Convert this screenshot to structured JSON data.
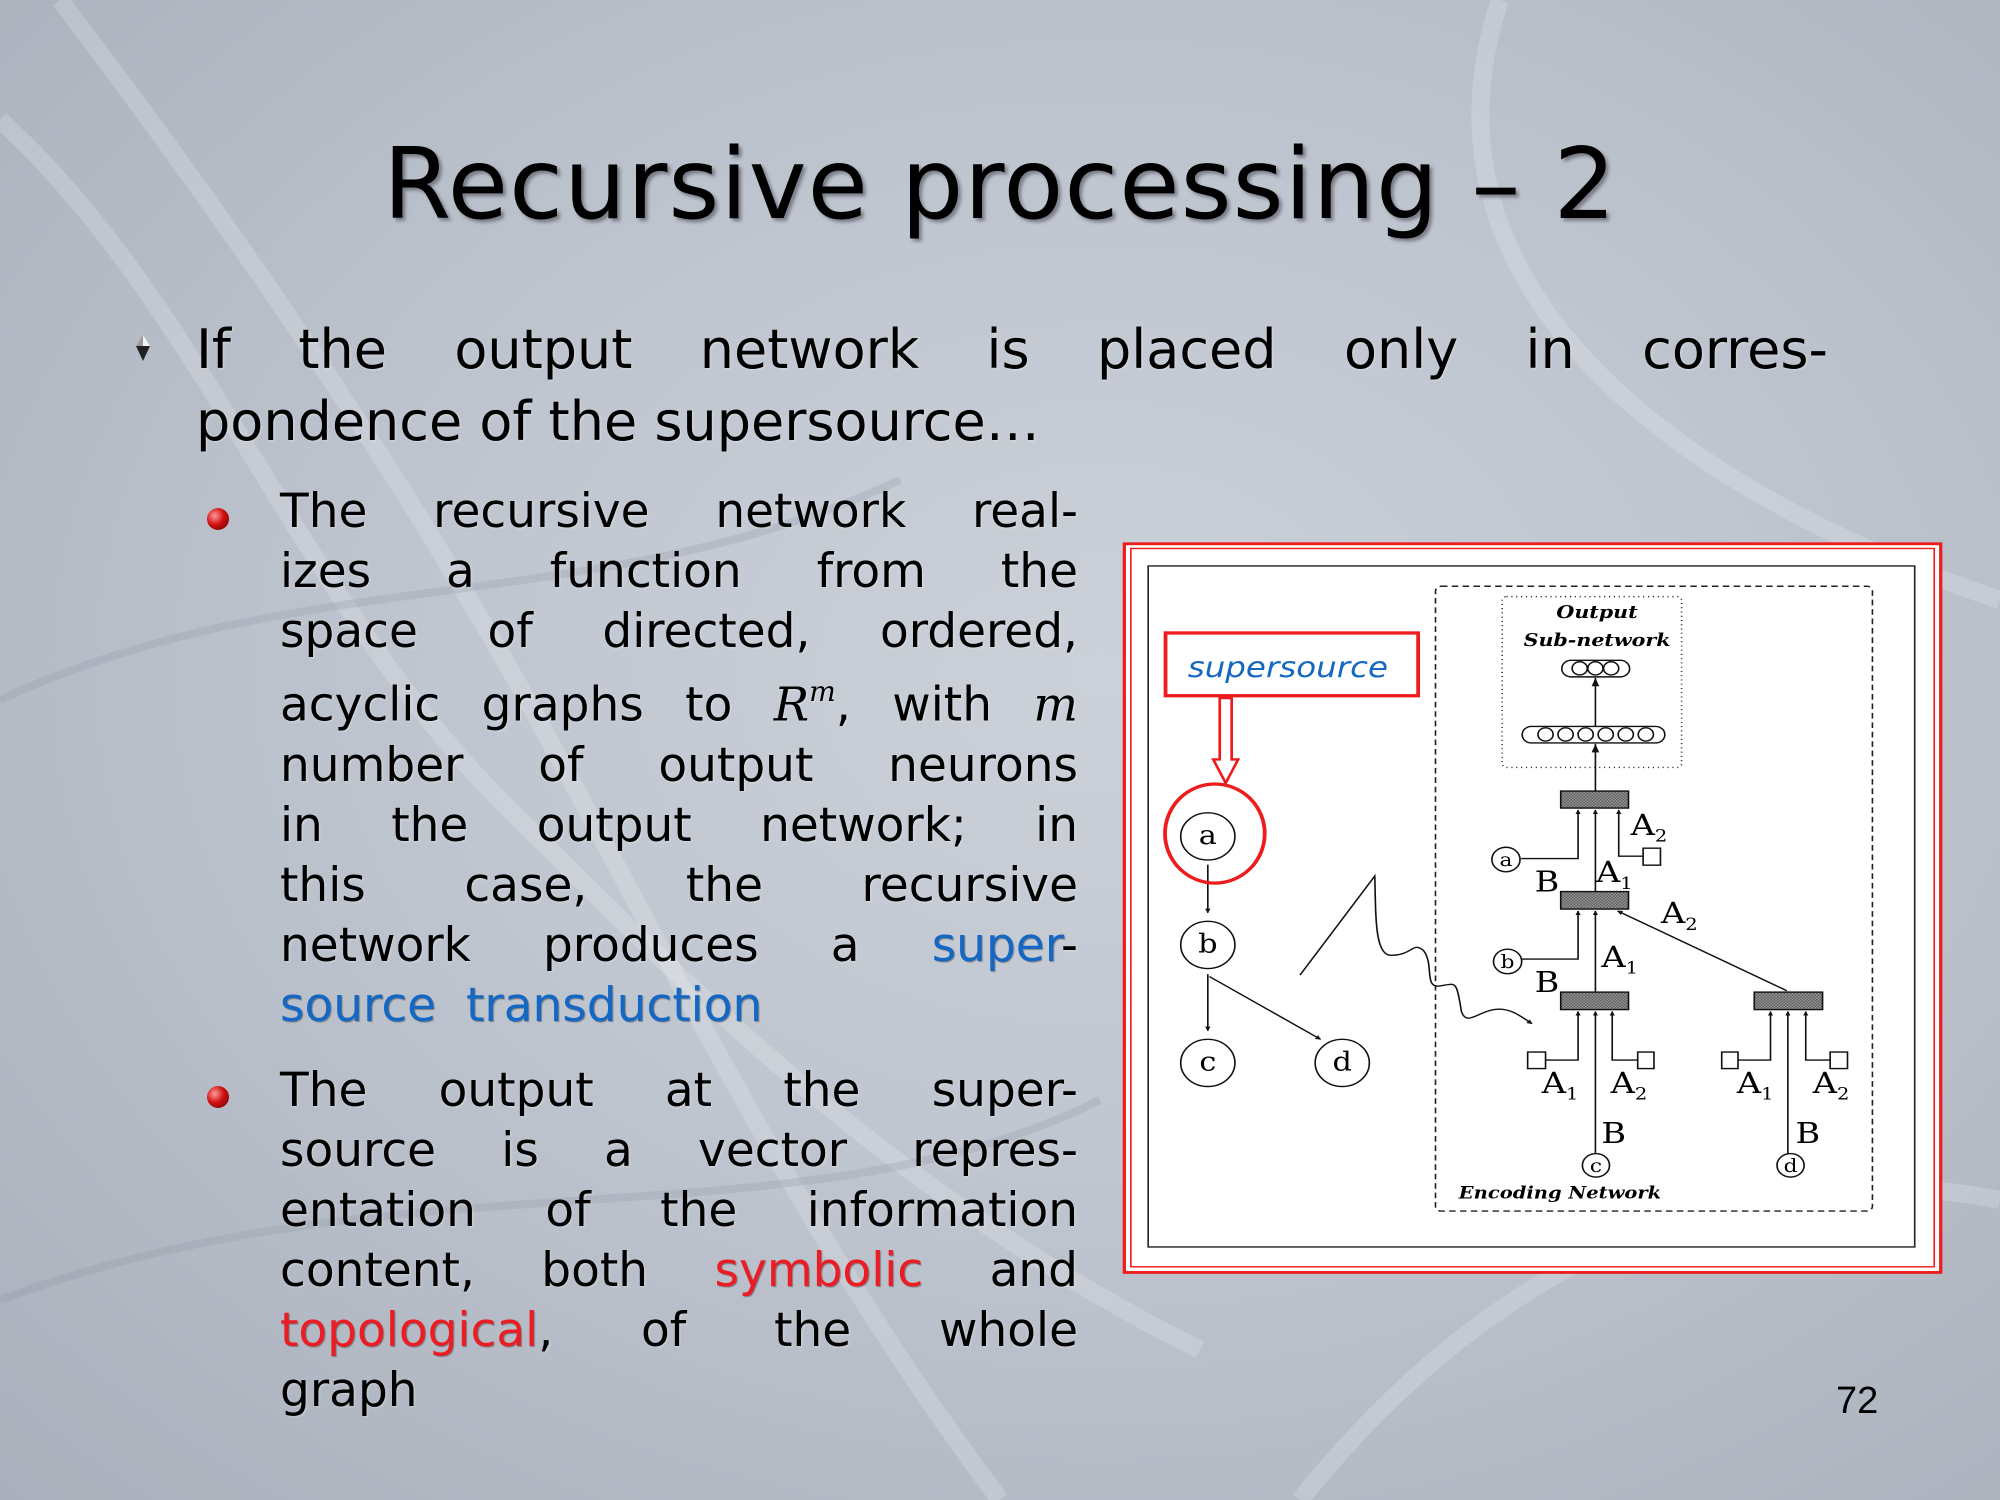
{
  "slide": {
    "title": "Recursive processing – 2",
    "page_number": "72"
  },
  "main_bullet": {
    "lines": [
      [
        {
          "text": "If the output network is placed only in corres-",
          "style": "normal"
        }
      ],
      [
        {
          "text": "pondence of the supersource…",
          "style": "normal"
        }
      ]
    ]
  },
  "sub_bullets": [
    {
      "lines": [
        [
          {
            "text": "The recursive network real-",
            "style": "normal"
          }
        ],
        [
          {
            "text": "izes a function from the",
            "style": "normal"
          }
        ],
        [
          {
            "text": "space of directed, ordered,",
            "style": "normal"
          }
        ],
        [
          {
            "text": "acyclic graphs to ",
            "style": "normal"
          },
          {
            "text": "R",
            "style": "math"
          },
          {
            "text": "m",
            "style": "sup"
          },
          {
            "text": ", with ",
            "style": "normal"
          },
          {
            "text": "m",
            "style": "math"
          }
        ],
        [
          {
            "text": "number of output neurons",
            "style": "normal"
          }
        ],
        [
          {
            "text": "in the output network; in",
            "style": "normal"
          }
        ],
        [
          {
            "text": "this case, the recursive",
            "style": "normal"
          }
        ],
        [
          {
            "text": "network produces a ",
            "style": "normal"
          },
          {
            "text": "super",
            "style": "blue"
          },
          {
            "text": "-",
            "style": "normal"
          }
        ],
        [
          {
            "text": "source  transduction",
            "style": "blue"
          }
        ]
      ]
    },
    {
      "lines": [
        [
          {
            "text": "The output at the super-",
            "style": "normal"
          }
        ],
        [
          {
            "text": "source is a vector repres-",
            "style": "normal"
          }
        ],
        [
          {
            "text": "entation of the information",
            "style": "normal"
          }
        ],
        [
          {
            "text": "content, both ",
            "style": "normal"
          },
          {
            "text": "symbolic",
            "style": "red"
          },
          {
            "text": " and",
            "style": "normal"
          }
        ],
        [
          {
            "text": "topological",
            "style": "red"
          },
          {
            "text": ", of the whole",
            "style": "normal"
          }
        ],
        [
          {
            "text": "graph",
            "style": "normal"
          }
        ]
      ]
    }
  ],
  "diagram": {
    "supersource_label": "supersource",
    "output_label": "Output",
    "subnetwork_label": "Sub-network",
    "encoding_label": "Encoding Network",
    "nodes": {
      "a": "a",
      "b": "b",
      "c": "c",
      "d": "d"
    },
    "edge_labels": {
      "A": "A",
      "one": "1",
      "two": "2",
      "B": "B"
    }
  },
  "colors": {
    "accent_blue": "#1467c2",
    "accent_red": "#ec1c24"
  }
}
